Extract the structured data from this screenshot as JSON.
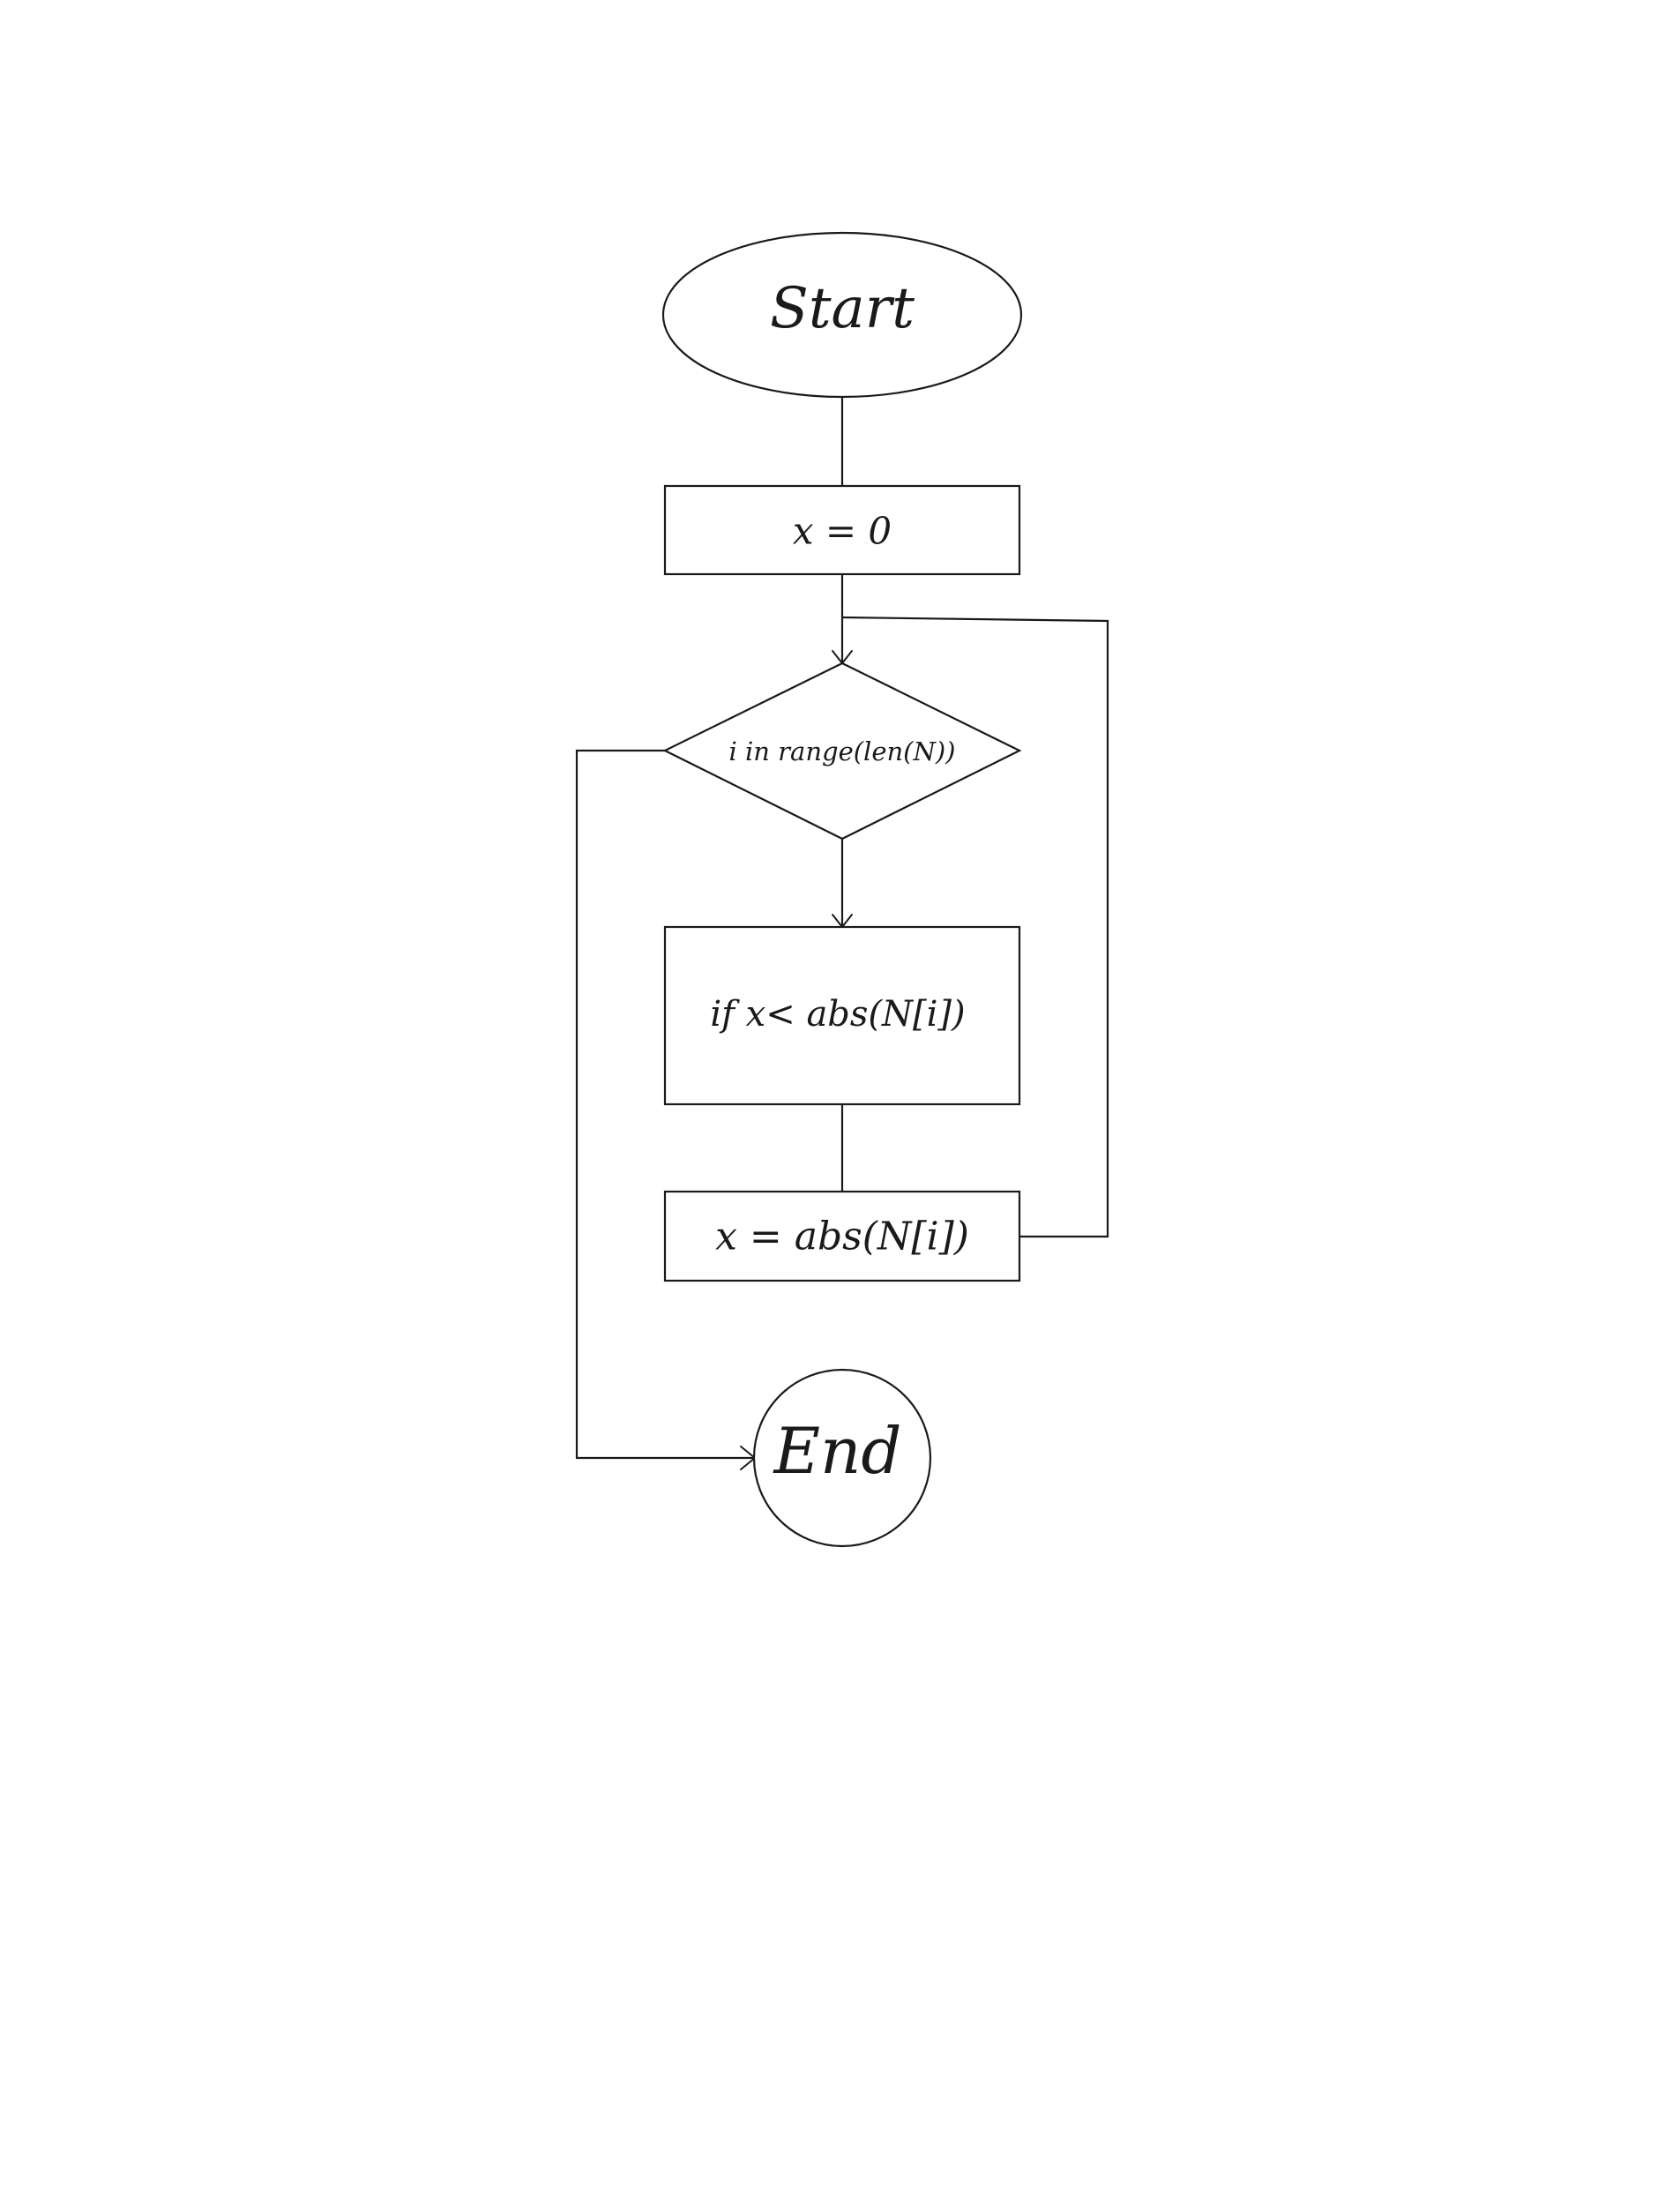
{
  "diagram": {
    "type": "flowchart",
    "nodes": {
      "start": {
        "shape": "ellipse",
        "label": "Start"
      },
      "init": {
        "shape": "process",
        "label": "x = 0"
      },
      "loop": {
        "shape": "decision",
        "label": "i in range(len(N))"
      },
      "check": {
        "shape": "process",
        "label": "if x< abs(N[i])"
      },
      "assign": {
        "shape": "process",
        "label": "x = abs(N[i])"
      },
      "end": {
        "shape": "circle",
        "label": "End"
      }
    },
    "edges": [
      {
        "from": "start",
        "to": "init"
      },
      {
        "from": "init",
        "to": "loop"
      },
      {
        "from": "loop",
        "to": "check"
      },
      {
        "from": "check",
        "to": "assign"
      },
      {
        "from": "assign",
        "to": "loop"
      },
      {
        "from": "loop",
        "to": "end"
      }
    ]
  },
  "colors": {
    "stroke": "#1a1a1a",
    "background": "#ffffff"
  }
}
